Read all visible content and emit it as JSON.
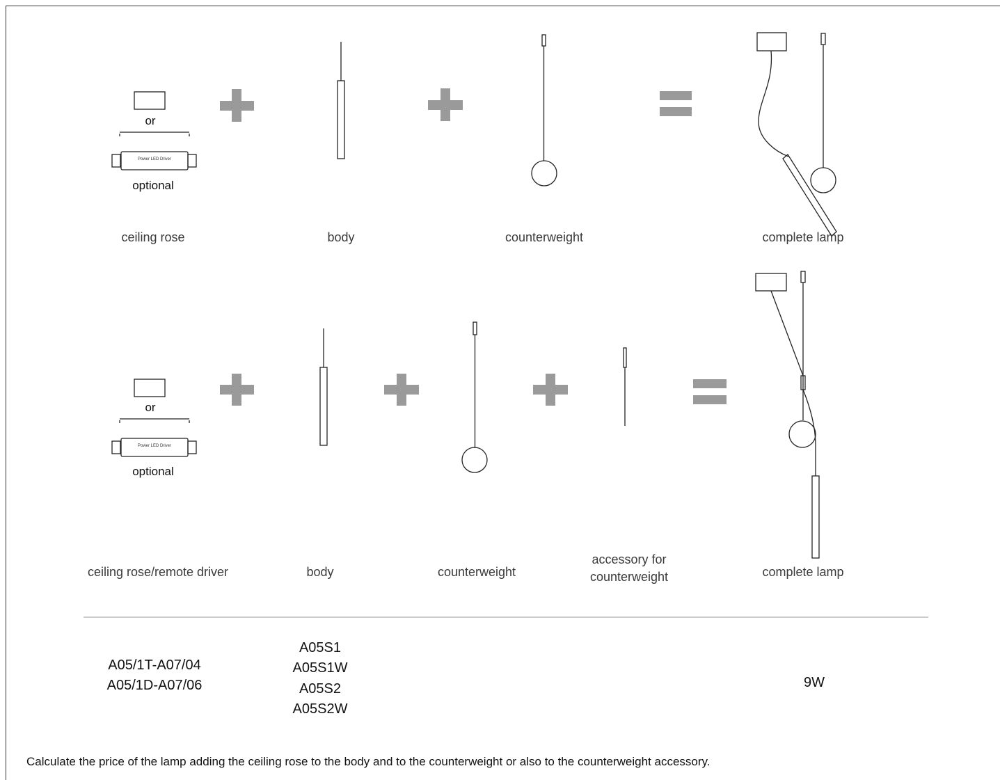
{
  "row1": {
    "or_text": "or",
    "optional_text": "optional",
    "driver_text": "Power LED Driver",
    "labels": {
      "ceiling_rose": "ceiling rose",
      "body": "body",
      "counterweight": "counterweight",
      "complete_lamp": "complete lamp"
    }
  },
  "row2": {
    "or_text": "or",
    "optional_text": "optional",
    "driver_text": "Power LED Driver",
    "labels": {
      "ceiling_rose": "ceiling rose/remote driver",
      "body": "body",
      "counterweight": "counterweight",
      "accessory_line1": "accessory for",
      "accessory_line2": "counterweight",
      "complete_lamp": "complete lamp"
    }
  },
  "codes": {
    "ceiling_rose": [
      "A05/1T-A07/04",
      "A05/1D-A07/06"
    ],
    "body": [
      "A05S1",
      "A05S1W",
      "A05S2",
      "A05S2W"
    ],
    "power": "9W"
  },
  "note": "Calculate the price of the lamp adding the ceiling rose to the body and to the counterweight or also to the counterweight accessory.",
  "colors": {
    "operator": "#9a9a9a",
    "line": "#222222",
    "rule": "#999999"
  }
}
